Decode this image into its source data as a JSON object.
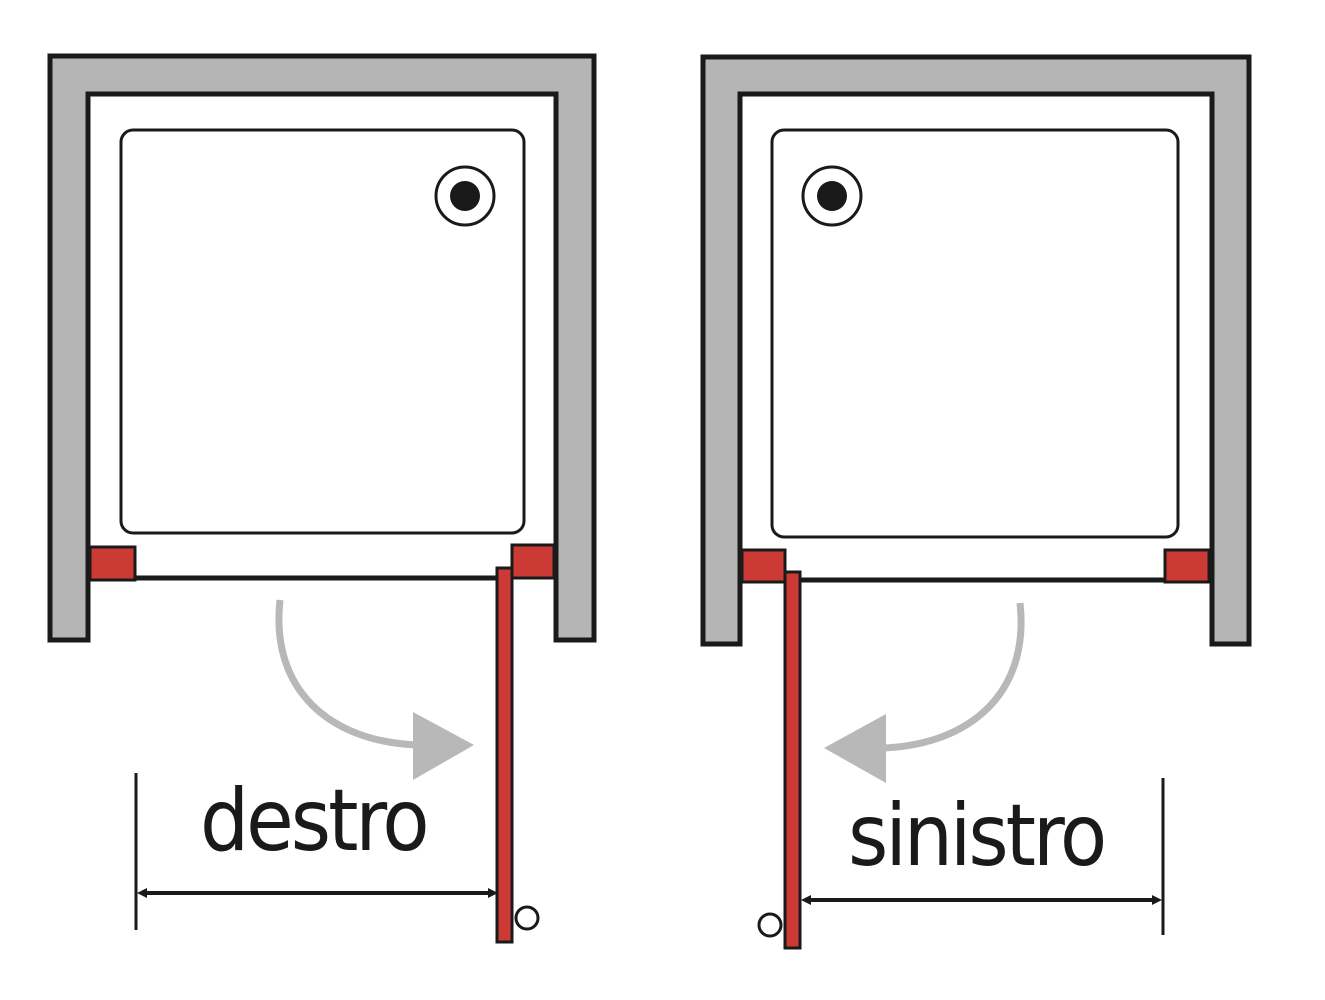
{
  "diagrams": [
    {
      "id": "right-hand",
      "label": "destro"
    },
    {
      "id": "left-hand",
      "label": "sinistro"
    }
  ],
  "colors": {
    "wall": "#b5b5b5",
    "outline": "#1a1a1a",
    "door": "#cc3a36",
    "arrow": "#b8b8b8"
  }
}
